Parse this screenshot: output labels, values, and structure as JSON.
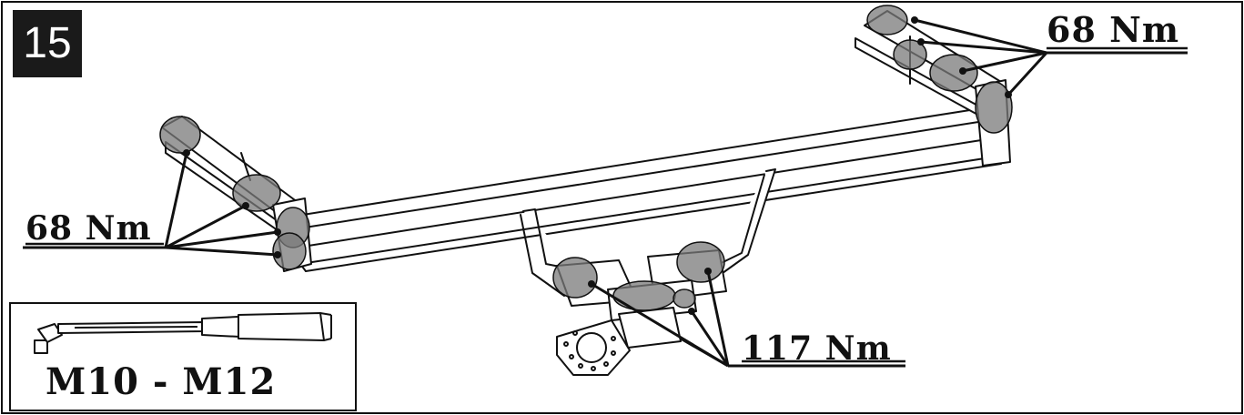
{
  "step": {
    "number": "15"
  },
  "torque_labels": {
    "top_right": "68 Nm",
    "left": "68 Nm",
    "center": "117 Nm"
  },
  "tool": {
    "size_range": "M10 - M12"
  },
  "colors": {
    "line": "#111111",
    "highlight": "#7a7a7a",
    "badge_bg": "#1a1a1a",
    "badge_text": "#ffffff"
  }
}
